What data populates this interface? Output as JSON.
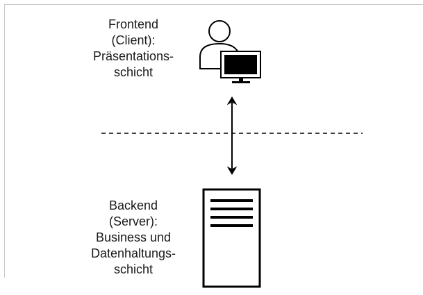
{
  "frontend": {
    "lines": [
      "Frontend",
      "(Client):",
      "Präsentations-",
      "schicht"
    ],
    "icon": "user-with-monitor-icon"
  },
  "backend": {
    "lines": [
      "Backend",
      "(Server):",
      "Business und",
      "Datenhaltungs-",
      "schicht"
    ],
    "icon": "server-icon"
  },
  "connector": {
    "type": "bidirectional-arrow"
  },
  "separator": {
    "style": "dashed"
  },
  "colors": {
    "stroke": "#000000",
    "frame": "#c9c9c9",
    "text": "#1a1a1a"
  }
}
